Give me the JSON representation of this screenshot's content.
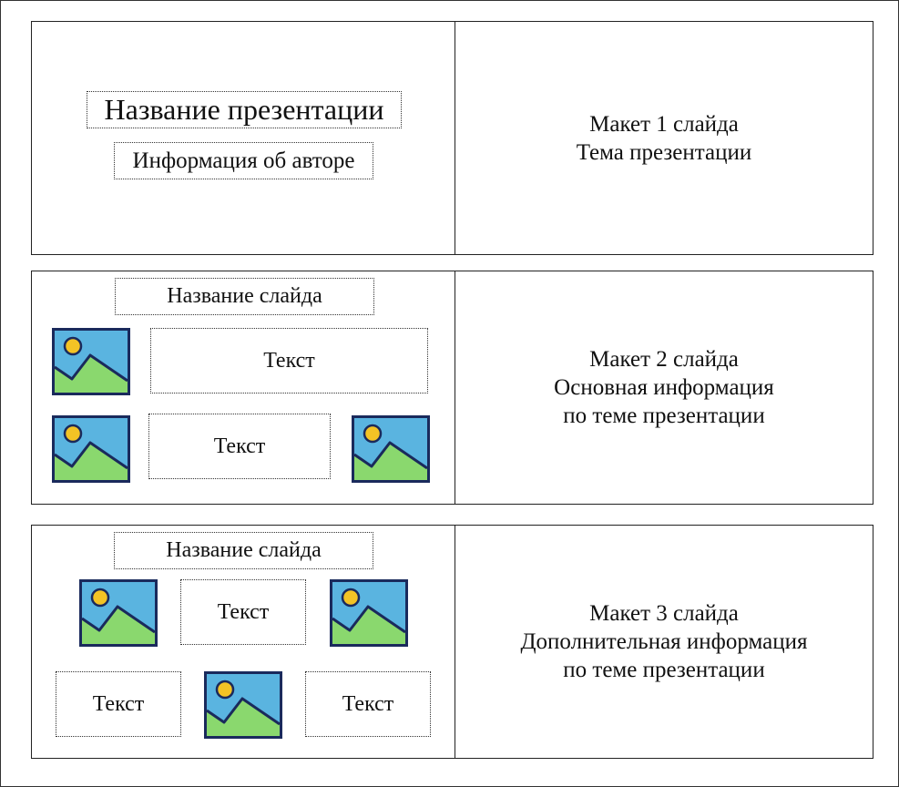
{
  "colors": {
    "sky": "#5ab4e0",
    "hill": "#8ad86e",
    "sun": "#f3c325",
    "frame": "#1a2a5c"
  },
  "icons": {
    "placeholder_image": "image-icon"
  },
  "layouts": [
    {
      "left": {
        "presentation_title": "Название презентации",
        "author_info": "Информация об авторе"
      },
      "right": {
        "line1": "Макет 1 слайда",
        "line2": "Тема презентации"
      }
    },
    {
      "left": {
        "slide_title": "Название слайда",
        "text_1": "Текст",
        "text_2": "Текст"
      },
      "right": {
        "line1": "Макет 2 слайда",
        "line2": "Основная информация",
        "line3": "по теме презентации"
      }
    },
    {
      "left": {
        "slide_title": "Название слайда",
        "text_1": "Текст",
        "text_2": "Текст",
        "text_3": "Текст"
      },
      "right": {
        "line1": "Макет 3 слайда",
        "line2": "Дополнительная информация",
        "line3": "по теме презентации"
      }
    }
  ]
}
